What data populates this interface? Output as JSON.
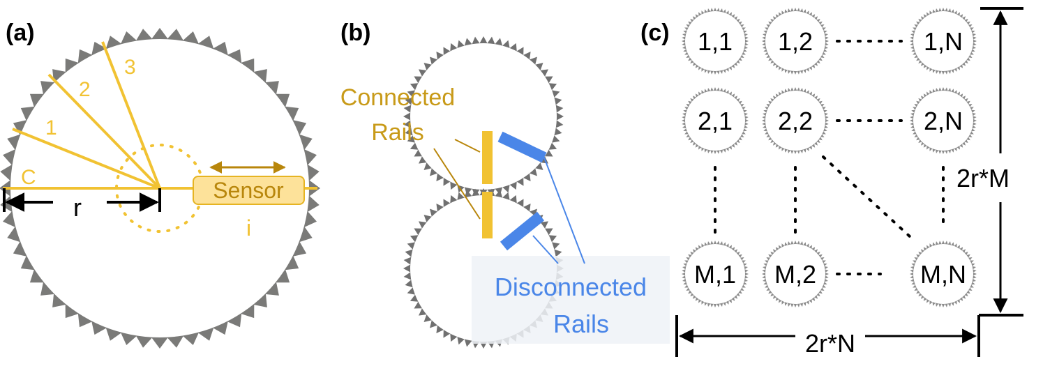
{
  "colors": {
    "gear": "#7a7a78",
    "gold": "#f1c232",
    "gold_dark": "#c89a18",
    "blue": "#4a86e8",
    "black": "#000000",
    "sensor_fill": "#fde29a",
    "gear_grid": "#8c8c8c"
  },
  "panel_a": {
    "label": "(a)",
    "spokes": [
      "C",
      "1",
      "2",
      "3"
    ],
    "radius_label": "r",
    "index_label": "i",
    "sensor_label": "Sensor"
  },
  "panel_b": {
    "label": "(b)",
    "connected_label_line1": "Connected",
    "connected_label_line2": "Rails",
    "disconnected_label_line1": "Disconnected",
    "disconnected_label_line2": "Rails"
  },
  "panel_c": {
    "label": "(c)",
    "grid_labels": [
      [
        "1,1",
        "1,2",
        "1,N"
      ],
      [
        "2,1",
        "2,2",
        "2,N"
      ],
      [
        "M,1",
        "M,2",
        "M,N"
      ]
    ],
    "height_label": "2r*M",
    "width_label": "2r*N"
  }
}
